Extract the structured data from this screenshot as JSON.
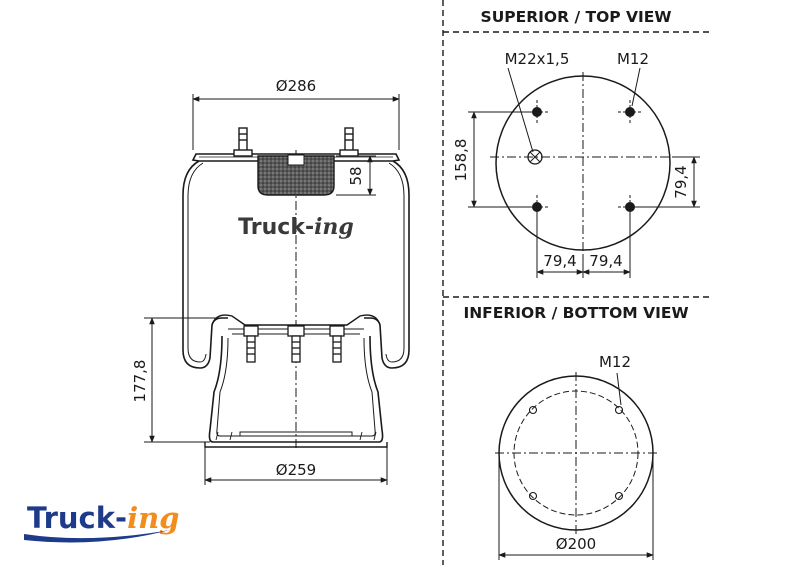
{
  "colors": {
    "line": "#1a1a1a",
    "brand_blue": "#1e3a8a",
    "brand_orange": "#f28c1c",
    "watermark": "#3a3a3a"
  },
  "views": {
    "top_title": "SUPERIOR / TOP VIEW",
    "bottom_title": "INFERIOR / BOTTOM VIEW"
  },
  "side": {
    "top_diameter": "Ø286",
    "bottom_diameter": "Ø259",
    "height_left": "177,8",
    "plate_height": "58"
  },
  "top_view": {
    "thread_main": "M22x1,5",
    "thread_stud": "M12",
    "vertical_dim": "158,8",
    "right_dim": "79,4",
    "bottom_left_dim": "79,4",
    "bottom_right_dim": "79,4"
  },
  "bottom_view": {
    "thread": "M12",
    "diameter": "Ø200"
  },
  "brand": {
    "part1": "Truck-",
    "part2": "ing"
  }
}
